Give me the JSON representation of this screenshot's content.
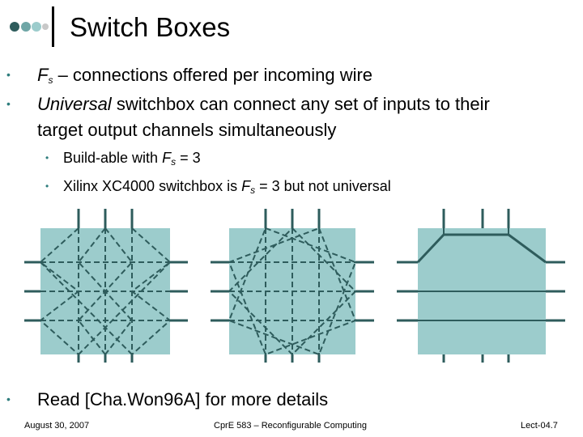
{
  "slide": {
    "title": "Switch Boxes",
    "bullets": [
      {
        "pre": "",
        "var": "F",
        "sub": "s",
        "post": " – connections offered per incoming wire"
      },
      {
        "em": "Universal",
        "text": " switchbox can connect any set of inputs to their",
        "cont": "target output channels simultaneously"
      },
      {
        "pre": "Build-able with ",
        "var": "F",
        "sub": "s",
        "post": " = 3"
      },
      {
        "pre": "Xilinx XC4000 switchbox is ",
        "var": "F",
        "sub": "s",
        "post": " = 3 but not universal"
      },
      {
        "text": "Read [Cha.Won96A] for more details"
      }
    ]
  },
  "colors": {
    "box_fill": "#9ccccc",
    "wire": "#2e5c5c",
    "bullet": "#2e7d7d",
    "dot_dark": "#2e5c5c",
    "dot_light": "#9ccccc",
    "dot_gray": "#c8c8c8"
  },
  "footer": {
    "date": "August 30, 2007",
    "course": "CprE 583 – Reconfigurable Computing",
    "page": "Lect-04.7"
  }
}
